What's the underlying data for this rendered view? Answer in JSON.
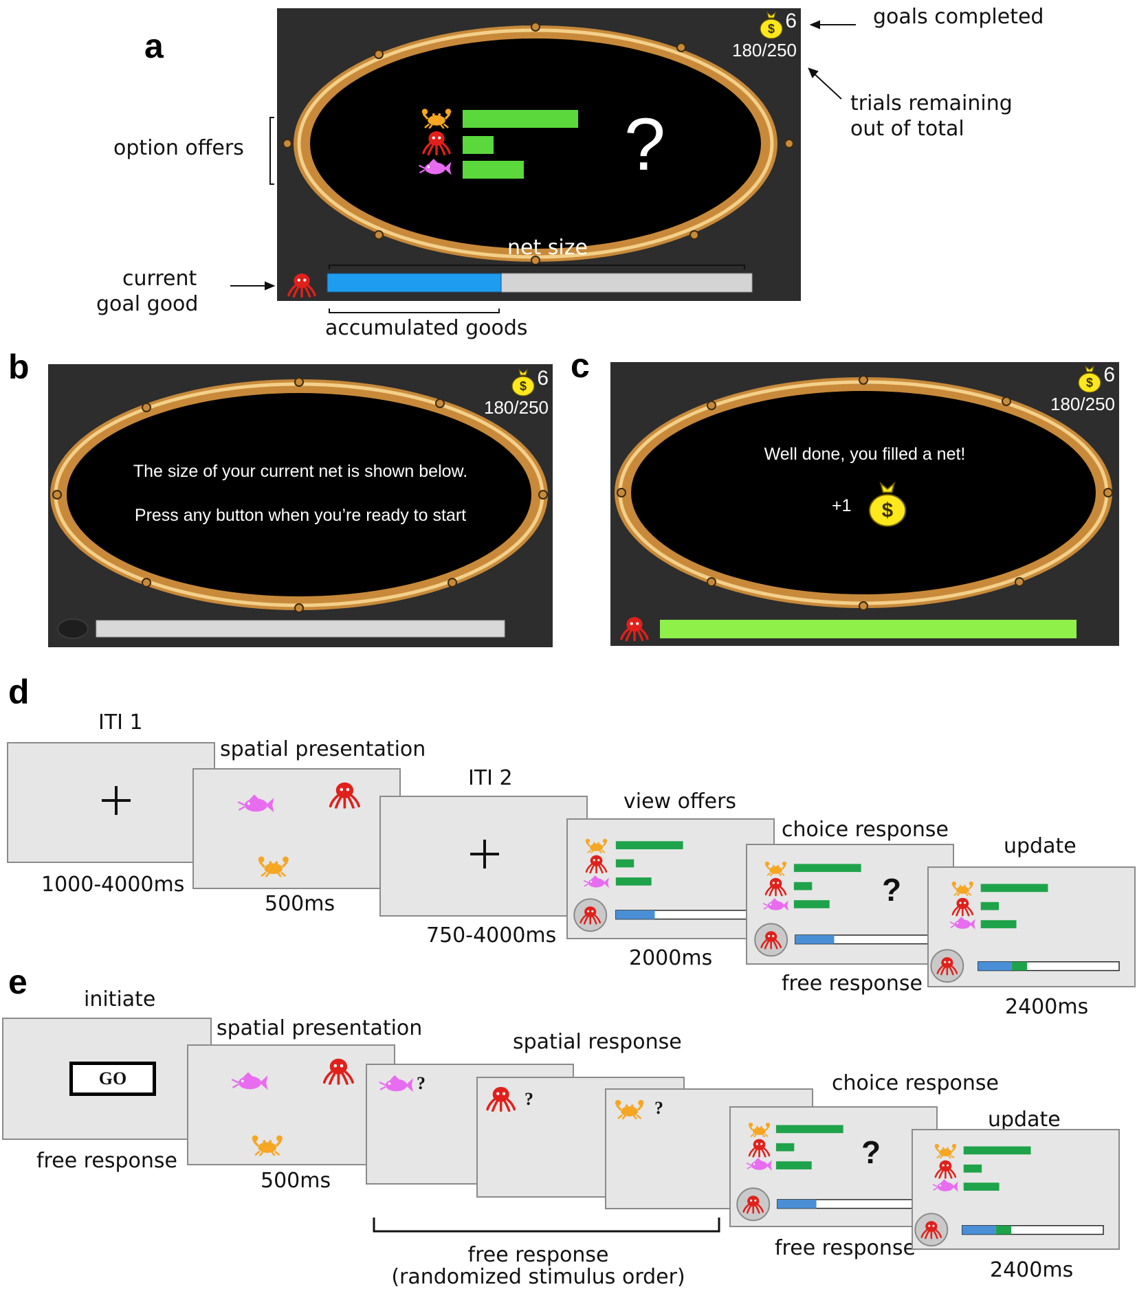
{
  "panel_letters": {
    "a": "a",
    "b": "b",
    "c": "c",
    "d": "d",
    "e": "e"
  },
  "colors": {
    "crab": "#f5a623",
    "octopus": "#e0201b",
    "fish": "#e86cf0",
    "offer_bar": "#5bd93c",
    "offer_bar_task": "#1fa34a",
    "net_fill": "#1e9df0",
    "net_fill_task": "#4a8fd6",
    "gain_fill": "#1fa34a",
    "net_full": "#8ff04a",
    "rim": "#c88a3a",
    "coin": "#ffe81c",
    "background_game": "#2d2d2d",
    "screen_gray": "#e6e6e6"
  },
  "icons": {
    "goal_icon": "money-bag-icon",
    "goods": [
      "crab-icon",
      "octopus-icon",
      "fish-icon"
    ]
  },
  "panel_a": {
    "goals_count": "6",
    "trials": "180/250",
    "question": "?",
    "offer_fractions": [
      1.0,
      0.27,
      0.53
    ],
    "net_fill_fraction": 0.41,
    "labels": {
      "goals_completed": "goals completed",
      "trials_line1": "trials remaining",
      "trials_line2": "out of total",
      "option_offers": "option offers",
      "current_line1": "current",
      "current_line2": "goal good",
      "net_size": "net size",
      "accumulated": "accumulated goods"
    }
  },
  "panel_b": {
    "goals_count": "6",
    "trials": "180/250",
    "line1": "The size of your current net is shown below.",
    "line2": "Press any button when you’re ready to start"
  },
  "panel_c": {
    "goals_count": "6",
    "trials": "180/250",
    "line1": "Well done, you filled a net!",
    "plus_one": "+1"
  },
  "panel_d": {
    "steps": [
      {
        "title": "ITI 1",
        "duration": "1000-4000ms"
      },
      {
        "title": "spatial presentation",
        "duration": "500ms"
      },
      {
        "title": "ITI 2",
        "duration": "750-4000ms"
      },
      {
        "title": "view offers",
        "duration": "2000ms"
      },
      {
        "title": "choice response",
        "duration": "free response"
      },
      {
        "title": "update",
        "duration": "2400ms"
      }
    ],
    "question": "?"
  },
  "panel_e": {
    "steps": [
      {
        "title": "initiate",
        "duration": "free response"
      },
      {
        "title": "spatial presentation",
        "duration": "500ms"
      },
      {
        "title": "spatial response",
        "duration": ""
      },
      {
        "title": "choice response",
        "duration": "free response"
      },
      {
        "title": "update",
        "duration": "2400ms"
      }
    ],
    "go_label": "GO",
    "question": "?",
    "bracket_line1": "free response",
    "bracket_line2": "(randomized stimulus order)"
  }
}
